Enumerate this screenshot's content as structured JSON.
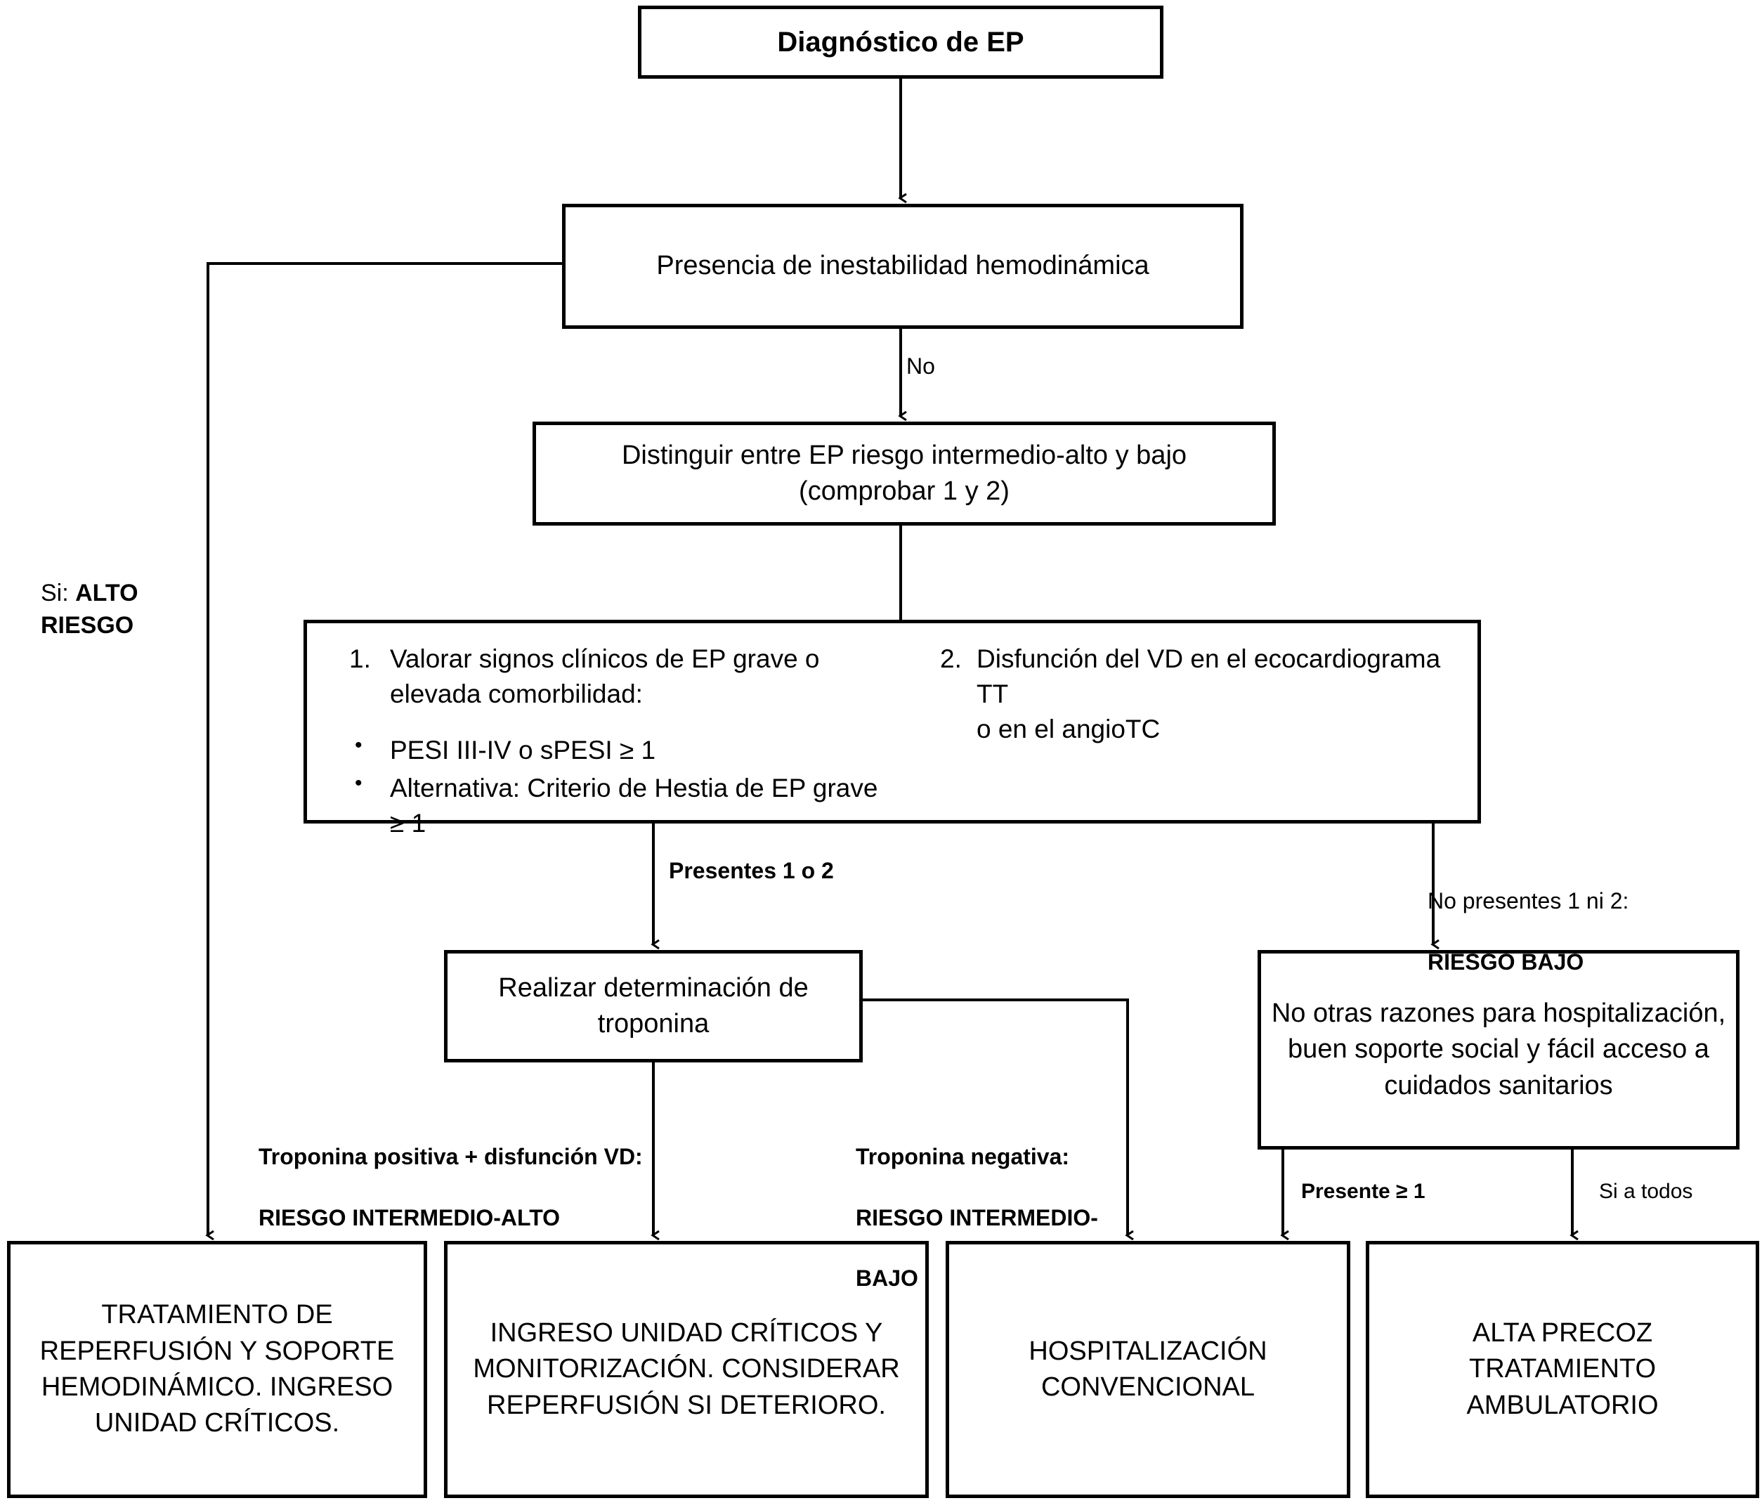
{
  "diagram": {
    "title": "Diagnóstico de EP",
    "language": "es",
    "nodes": {
      "diagnostico": {
        "text": "Diagnóstico de EP"
      },
      "inestabilidad": {
        "text": "Presencia de inestabilidad hemodinámica"
      },
      "distinguir": {
        "line1": "Distinguir entre EP riesgo intermedio-alto y bajo",
        "line2": "(comprobar 1 y 2)"
      },
      "criterios": {
        "item1_marker": "1.",
        "item1_line1": "Valorar signos clínicos de EP grave o",
        "item1_line2": "elevada comorbilidad:",
        "bullet1": "PESI III-IV o sPESI ≥ 1",
        "bullet2_line1": "Alternativa:  Criterio de Hestia de EP grave",
        "bullet2_line2": "≥ 1",
        "item2_marker": "2.",
        "item2_line1": "Disfunción del VD en el ecocardiograma TT",
        "item2_line2": "o en el angioTC"
      },
      "troponina": {
        "line1": "Realizar determinación de",
        "line2": "troponina"
      },
      "bajoriesgo": {
        "line1": "No otras razones para hospitalización,",
        "line2": "buen soporte social y fácil acceso a",
        "line3": "cuidados sanitarios"
      },
      "out1": {
        "line1": "TRATAMIENTO DE",
        "line2": "REPERFUSIÓN Y SOPORTE",
        "line3": "HEMODINÁMICO. INGRESO",
        "line4": "UNIDAD CRÍTICOS."
      },
      "out2": {
        "line1": "INGRESO UNIDAD CRÍTICOS Y",
        "line2": "MONITORIZACIÓN. CONSIDERAR",
        "line3": "REPERFUSIÓN SI DETERIORO."
      },
      "out3": {
        "line1": "HOSPITALIZACIÓN",
        "line2": "CONVENCIONAL"
      },
      "out4": {
        "line1": "ALTA PRECOZ",
        "line2": "TRATAMIENTO",
        "line3": "AMBULATORIO"
      }
    },
    "edge_labels": {
      "si_alto_prefix": "Si: ",
      "si_alto_bold": "ALTO\nRIESGO",
      "no": "No",
      "presentes_1_o_2": "Presentes 1 o 2",
      "no_presentes_prefix": "No presentes 1 ni 2:",
      "no_presentes_bold": "RIESGO BAJO",
      "troponina_positiva_line1": "Troponina positiva + disfunción VD:",
      "troponina_positiva_line2": "RIESGO INTERMEDIO-ALTO",
      "troponina_negativa_line1": "Troponina negativa:",
      "troponina_negativa_line2": "RIESGO INTERMEDIO-",
      "troponina_negativa_line3": "BAJO",
      "presente_mayor_1": "Presente ≥ 1",
      "si_a_todos": "Si a todos"
    },
    "colors": {
      "stroke": "#000000",
      "background": "#ffffff",
      "text": "#000000"
    }
  }
}
